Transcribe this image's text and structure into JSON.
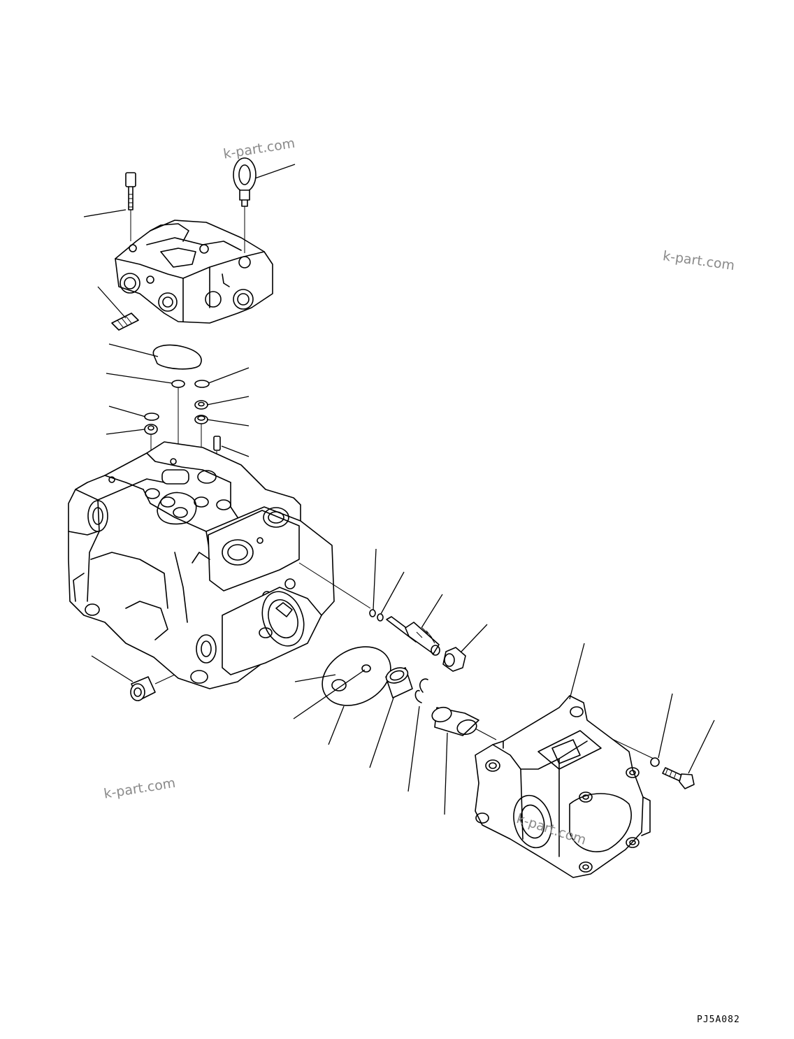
{
  "watermarks": [
    {
      "text": "k-part.com"
    },
    {
      "text": "k-part.com"
    },
    {
      "text": "k-part.com"
    },
    {
      "text": "k-part.com"
    }
  ],
  "drawing_code": "PJ5A082"
}
